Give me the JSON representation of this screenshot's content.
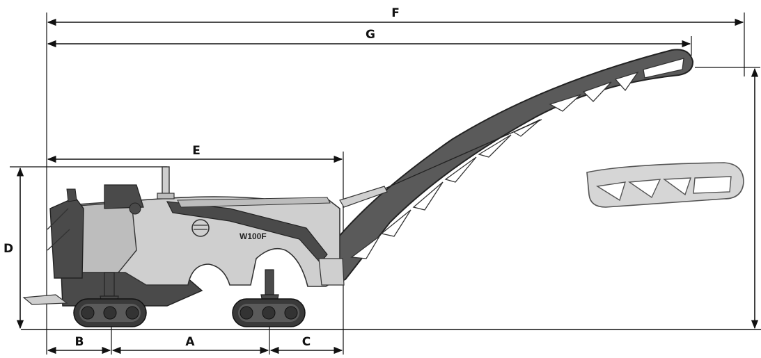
{
  "dimensions": {
    "A": "A",
    "B": "B",
    "C": "C",
    "D": "D",
    "E": "E",
    "F": "F",
    "G": "G"
  },
  "machine": {
    "model_label": "W100F"
  },
  "colors": {
    "body_light": "#cfcfcf",
    "body_dark": "#4a4a4a",
    "conveyor_dark": "#5a5a5a",
    "conveyor_folded": "#d6d6d6",
    "track": "#3a3a3a",
    "line": "#111111"
  }
}
